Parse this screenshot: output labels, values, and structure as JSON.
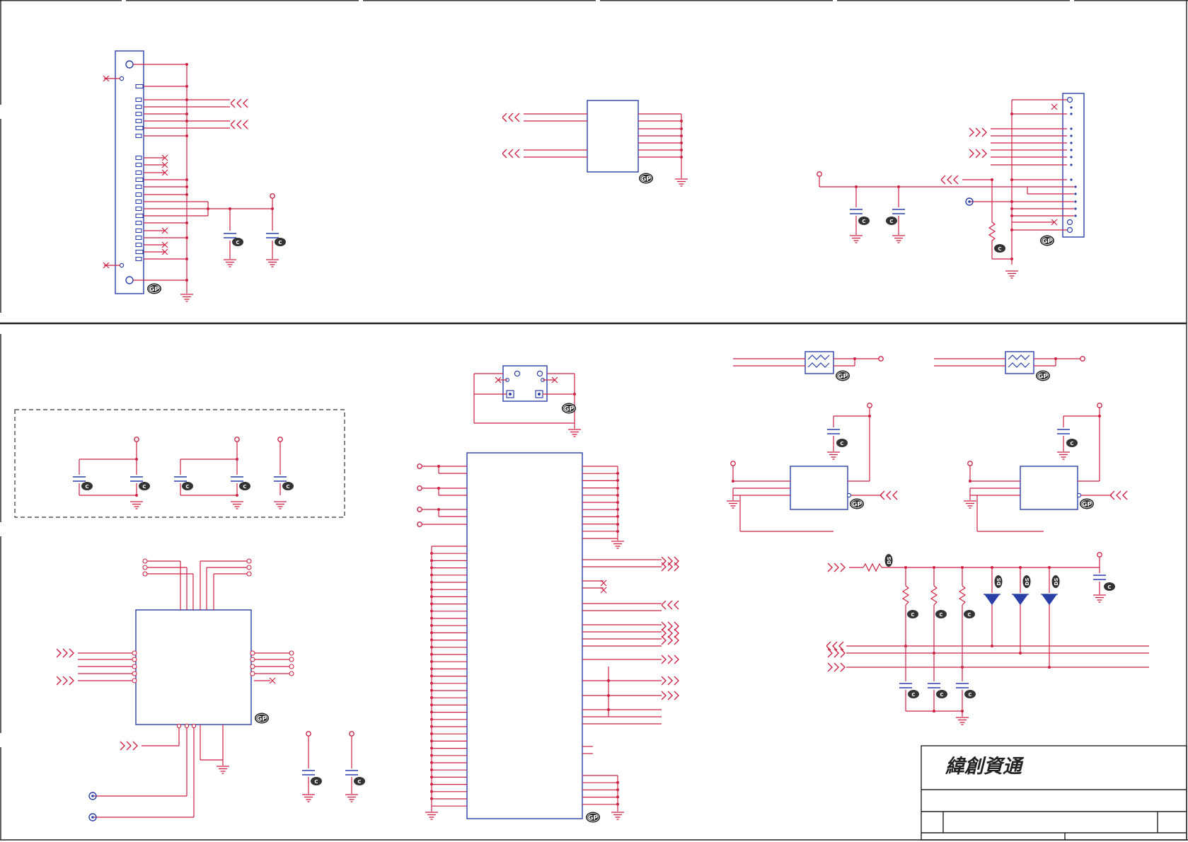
{
  "title_block": {
    "company": "緯創資通"
  },
  "labels": {
    "gp": "GP",
    "cap": "C",
    "ds": "DS"
  },
  "colors": {
    "wire": "#cc2244",
    "component": "#2a3fa8",
    "frame": "#222222",
    "dashed": "#333333"
  },
  "icons": [
    "ground-symbol-icon",
    "power-pin-icon",
    "signal-arrow-icon",
    "no-connect-icon",
    "fuse-icon",
    "diode-icon",
    "resistor-icon",
    "capacitor-icon",
    "test-point-icon"
  ]
}
